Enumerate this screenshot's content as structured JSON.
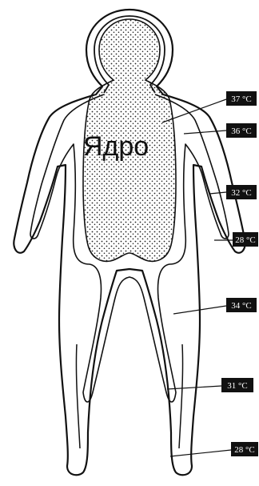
{
  "diagram": {
    "core_label": "Ядро",
    "temperatures": [
      {
        "id": "t37",
        "label": "37 °C"
      },
      {
        "id": "t36",
        "label": "36 °C"
      },
      {
        "id": "t32",
        "label": "32 °C"
      },
      {
        "id": "t28a",
        "label": "28 °C"
      },
      {
        "id": "t34",
        "label": "34 °C"
      },
      {
        "id": "t31",
        "label": "31 °C"
      },
      {
        "id": "t28b",
        "label": "28 °C"
      }
    ],
    "colors": {
      "outline": "#111111",
      "core_fill": "#ffffff",
      "stipple": "#222222",
      "label_bg": "#111111"
    }
  }
}
